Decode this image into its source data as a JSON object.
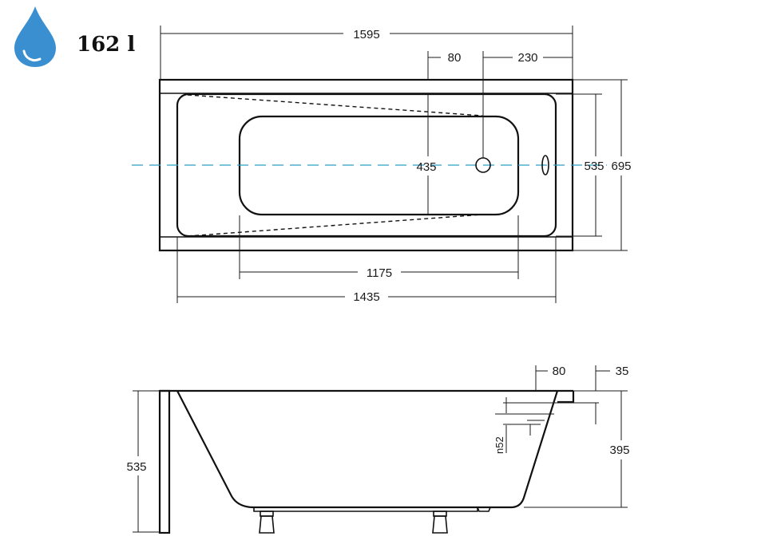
{
  "capacity": {
    "value": "162 l",
    "icon": "water-drop-icon",
    "icon_color": "#3a8fd0"
  },
  "top_view": {
    "overall_length": "1595",
    "outlet_offset": "80",
    "outlet_to_edge": "230",
    "inner_width_short": "435",
    "inner_width": "535",
    "overall_width": "695",
    "bottom_length": "1175",
    "inner_length": "1435",
    "centerline_color": "#2a9fc8"
  },
  "side_view": {
    "rim_offset": "80",
    "rim_thickness": "35",
    "overflow_label": "n52",
    "depth": "395",
    "total_height": "535"
  }
}
